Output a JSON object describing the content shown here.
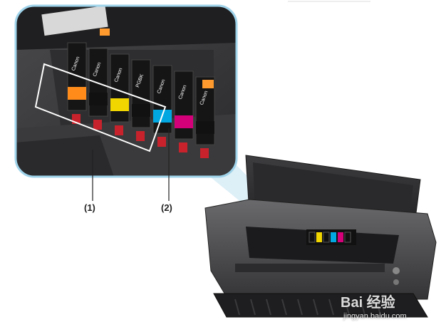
{
  "callouts": {
    "label_1": "(1)",
    "label_2": "(2)"
  },
  "cartridges": [
    {
      "label": "Canon",
      "color": "#ff8c1a"
    },
    {
      "label": "Canon",
      "color": "#111111"
    },
    {
      "label": "Canon",
      "color": "#f2d600"
    },
    {
      "label": "PGBK",
      "color": "#111111"
    },
    {
      "label": "Canon",
      "color": "#00a7e1"
    },
    {
      "label": "Canon",
      "color": "#d4007a"
    },
    {
      "label": "Canon",
      "color": "#111111"
    }
  ],
  "watermark": {
    "brand": "Bai 经验",
    "site": "jingyan.baidu.com"
  },
  "colors": {
    "printer_body": "#4a4a4c",
    "printer_dark": "#2b2b2d",
    "callout_outline": "#9fd3ea",
    "highlight_box": "#ffffff"
  }
}
